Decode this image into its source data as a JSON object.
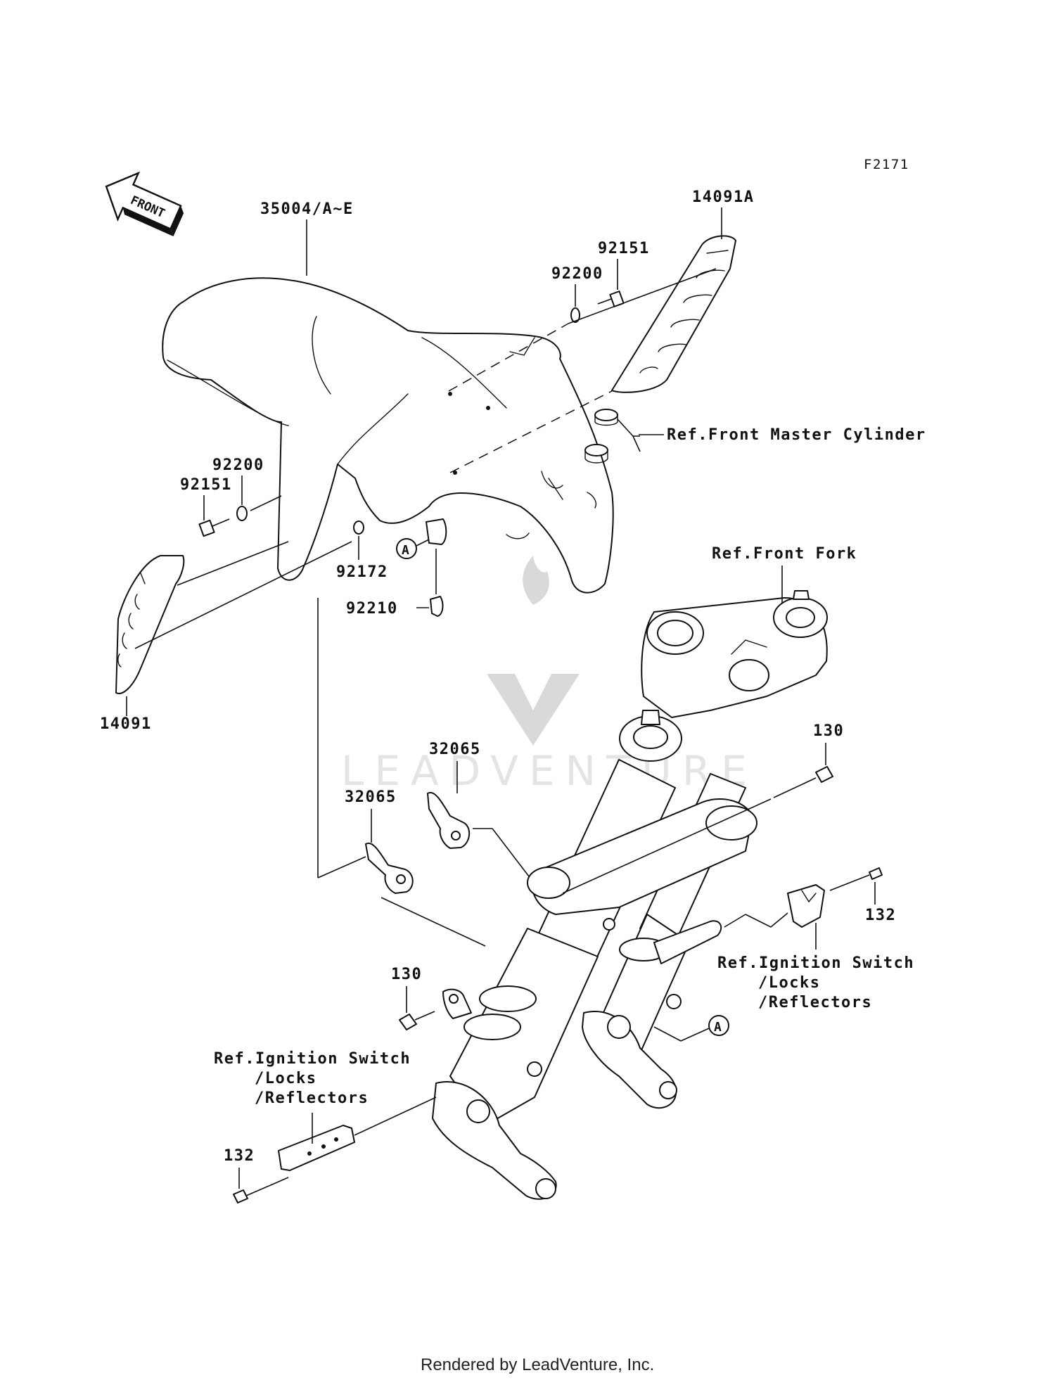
{
  "figure_code": "F2171",
  "front_arrow_text": "FRONT",
  "watermark_text": "LEADVENTURE",
  "footer": "Rendered by LeadVenture, Inc.",
  "callout_letter": "A",
  "parts": {
    "fender": "35004/A~E",
    "cover_right": "14091A",
    "cover_left": "14091",
    "bolt_top": "92151",
    "washer_top": "92200",
    "washer_left": "92200",
    "bolt_left": "92151",
    "screw_small": "92172",
    "nut_clip": "92210",
    "clamp_upper": "32065",
    "clamp_lower": "32065",
    "bolt_130_right": "130",
    "bolt_130_left": "130",
    "bolt_132_right": "132",
    "bolt_132_left": "132"
  },
  "references": {
    "master_cylinder": "Ref.Front Master Cylinder",
    "front_fork": "Ref.Front Fork",
    "ignition_right": [
      "Ref.Ignition Switch",
      "/Locks",
      "/Reflectors"
    ],
    "ignition_left": [
      "Ref.Ignition Switch",
      "/Locks",
      "/Reflectors"
    ]
  }
}
